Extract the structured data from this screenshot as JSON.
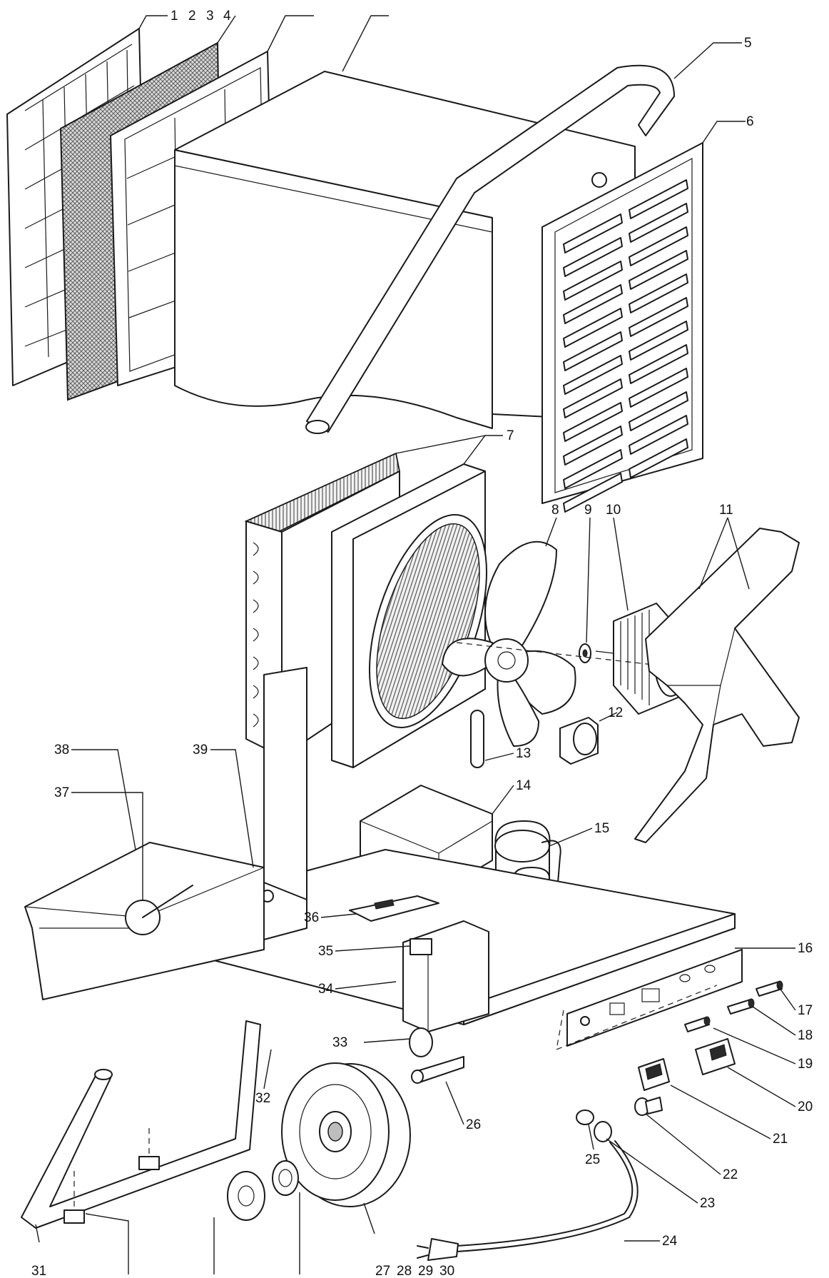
{
  "callouts": [
    {
      "id": "c1",
      "text": "1"
    },
    {
      "id": "c2",
      "text": "2"
    },
    {
      "id": "c3",
      "text": "3"
    },
    {
      "id": "c4",
      "text": "4"
    },
    {
      "id": "c5",
      "text": "5"
    },
    {
      "id": "c6",
      "text": "6"
    },
    {
      "id": "c7",
      "text": "7"
    },
    {
      "id": "c8",
      "text": "8"
    },
    {
      "id": "c9",
      "text": "9"
    },
    {
      "id": "c10",
      "text": "10"
    },
    {
      "id": "c11",
      "text": "11"
    },
    {
      "id": "c12",
      "text": "12"
    },
    {
      "id": "c13",
      "text": "13"
    },
    {
      "id": "c14",
      "text": "14"
    },
    {
      "id": "c15",
      "text": "15"
    },
    {
      "id": "c16",
      "text": "16"
    },
    {
      "id": "c17",
      "text": "17"
    },
    {
      "id": "c18",
      "text": "18"
    },
    {
      "id": "c19",
      "text": "19"
    },
    {
      "id": "c20",
      "text": "20"
    },
    {
      "id": "c21",
      "text": "21"
    },
    {
      "id": "c22",
      "text": "22"
    },
    {
      "id": "c23",
      "text": "23"
    },
    {
      "id": "c24",
      "text": "24"
    },
    {
      "id": "c25",
      "text": "25"
    },
    {
      "id": "c26",
      "text": "26"
    },
    {
      "id": "c27",
      "text": "27"
    },
    {
      "id": "c28",
      "text": "28"
    },
    {
      "id": "c29",
      "text": "29"
    },
    {
      "id": "c30",
      "text": "30"
    },
    {
      "id": "c31",
      "text": "31"
    },
    {
      "id": "c32",
      "text": "32"
    },
    {
      "id": "c33",
      "text": "33"
    },
    {
      "id": "c34",
      "text": "34"
    },
    {
      "id": "c35",
      "text": "35"
    },
    {
      "id": "c36",
      "text": "36"
    },
    {
      "id": "c37",
      "text": "37"
    },
    {
      "id": "c38",
      "text": "38"
    },
    {
      "id": "c39",
      "text": "39"
    }
  ]
}
